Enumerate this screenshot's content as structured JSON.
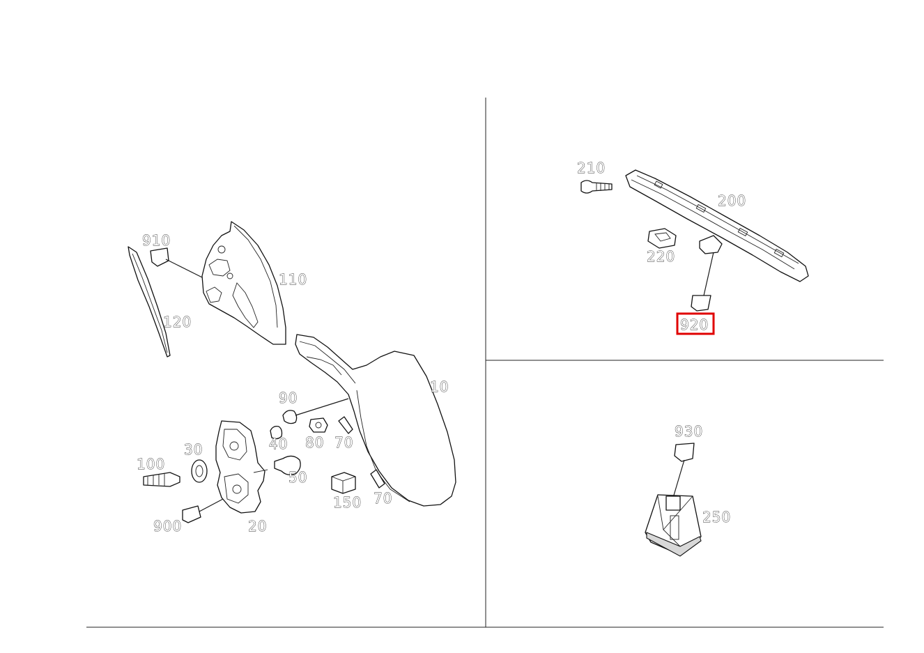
{
  "diagram": {
    "callouts": [
      {
        "id": "10",
        "label": "10"
      },
      {
        "id": "20",
        "label": "20"
      },
      {
        "id": "30",
        "label": "30"
      },
      {
        "id": "40",
        "label": "40"
      },
      {
        "id": "50",
        "label": "50"
      },
      {
        "id": "70a",
        "label": "70"
      },
      {
        "id": "70b",
        "label": "70"
      },
      {
        "id": "80",
        "label": "80"
      },
      {
        "id": "90",
        "label": "90"
      },
      {
        "id": "100",
        "label": "100"
      },
      {
        "id": "110",
        "label": "110"
      },
      {
        "id": "120",
        "label": "120"
      },
      {
        "id": "150",
        "label": "150"
      },
      {
        "id": "200",
        "label": "200"
      },
      {
        "id": "210",
        "label": "210"
      },
      {
        "id": "220",
        "label": "220"
      },
      {
        "id": "250",
        "label": "250"
      },
      {
        "id": "900",
        "label": "900"
      },
      {
        "id": "910",
        "label": "910"
      },
      {
        "id": "920",
        "label": "920",
        "highlighted": true
      },
      {
        "id": "930",
        "label": "930"
      }
    ],
    "highlight_color": "#e00000"
  }
}
